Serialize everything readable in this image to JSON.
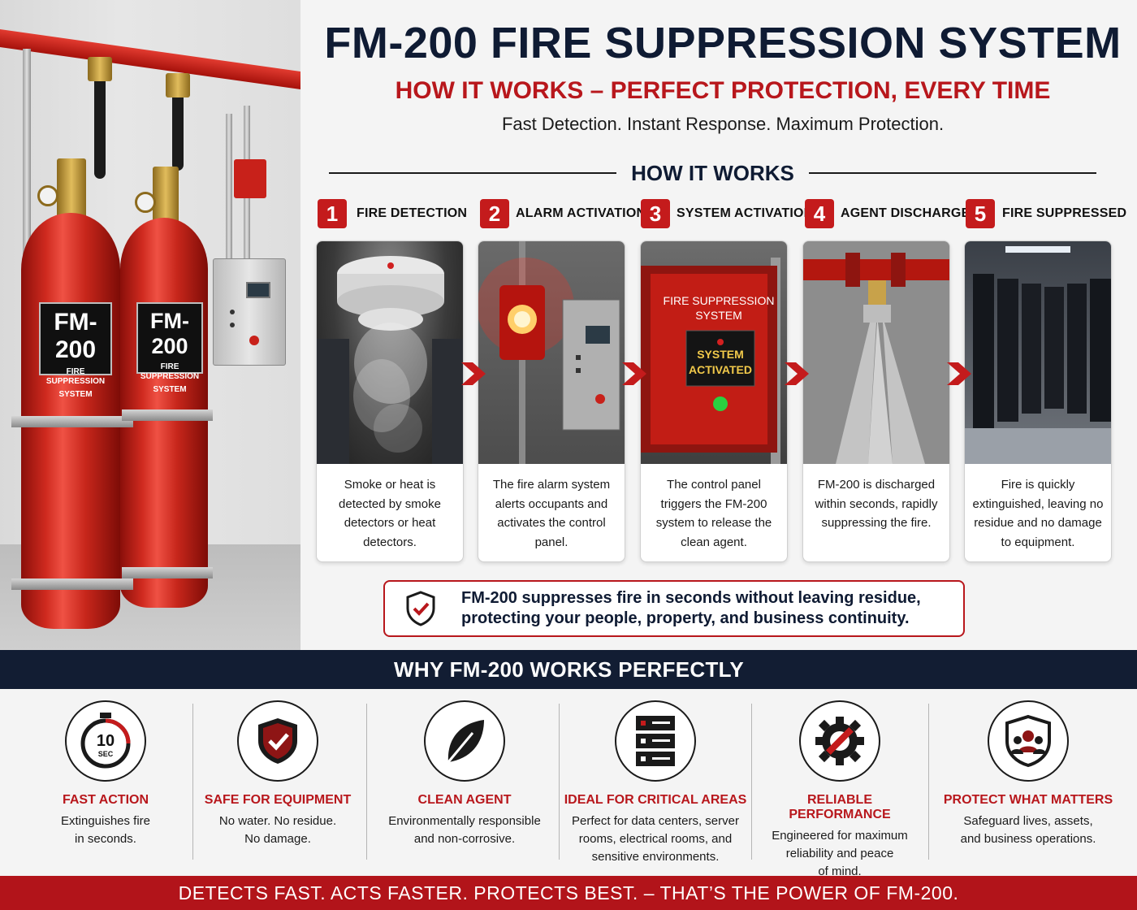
{
  "header": {
    "title": "FM-200 FIRE SUPPRESSION SYSTEM",
    "subtitle": "HOW IT WORKS – PERFECT PROTECTION, EVERY TIME",
    "tagline": "Fast Detection. Instant Response. Maximum Protection."
  },
  "photo": {
    "cylinder_brand": "FM-200",
    "cylinder_line1": "FIRE SUPPRESSION",
    "cylinder_line2": "SYSTEM"
  },
  "how_it_works": {
    "heading": "HOW IT WORKS",
    "steps": [
      {
        "num": "1",
        "label": "FIRE DETECTION",
        "text": "Smoke or heat is detected by smoke detectors or heat detectors."
      },
      {
        "num": "2",
        "label": "ALARM ACTIVATION",
        "text": "The fire alarm system alerts occupants and activates the control panel."
      },
      {
        "num": "3",
        "label": "SYSTEM ACTIVATION",
        "text": "The control panel triggers the FM-200 system to release the clean agent."
      },
      {
        "num": "4",
        "label": "AGENT DISCHARGE",
        "text": "FM-200 is discharged within seconds, rapidly suppressing the fire."
      },
      {
        "num": "5",
        "label": "FIRE SUPPRESSED",
        "text": "Fire is quickly extinguished, leaving no residue and no damage to equipment."
      }
    ],
    "panel_title_line1": "FIRE SUPPRESSION",
    "panel_title_line2": "SYSTEM",
    "panel_status_line1": "SYSTEM",
    "panel_status_line2": "ACTIVATED"
  },
  "callout": {
    "line1": "FM-200 suppresses fire in seconds without leaving residue,",
    "line2": "protecting your people, property, and business continuity."
  },
  "why": {
    "heading": "WHY FM-200 WORKS PERFECTLY",
    "timer_value": "10",
    "timer_unit": "SEC",
    "features": [
      {
        "icon": "stopwatch-icon",
        "title": "FAST ACTION",
        "desc": "Extinguishes fire\nin seconds."
      },
      {
        "icon": "shield-check-icon",
        "title": "SAFE FOR EQUIPMENT",
        "desc": "No water. No residue.\nNo damage."
      },
      {
        "icon": "leaf-icon",
        "title": "CLEAN AGENT",
        "desc": "Environmentally responsible\nand non-corrosive."
      },
      {
        "icon": "server-icon",
        "title": "IDEAL FOR CRITICAL AREAS",
        "desc": "Perfect for data centers, server\nrooms, electrical rooms, and\nsensitive environments."
      },
      {
        "icon": "gear-wrench-icon",
        "title": "RELIABLE PERFORMANCE",
        "desc": "Engineered for maximum\nreliability and peace\nof mind."
      },
      {
        "icon": "shield-people-icon",
        "title": "PROTECT WHAT MATTERS",
        "desc": "Safeguard lives, assets,\nand business operations."
      }
    ]
  },
  "footer": {
    "text": "DETECTS FAST. ACTS FASTER. PROTECTS BEST.  –  THAT’S THE POWER OF FM-200."
  },
  "colors": {
    "accent_red": "#b8171c",
    "navy": "#0f1b33",
    "footer_red": "#b2141a"
  }
}
